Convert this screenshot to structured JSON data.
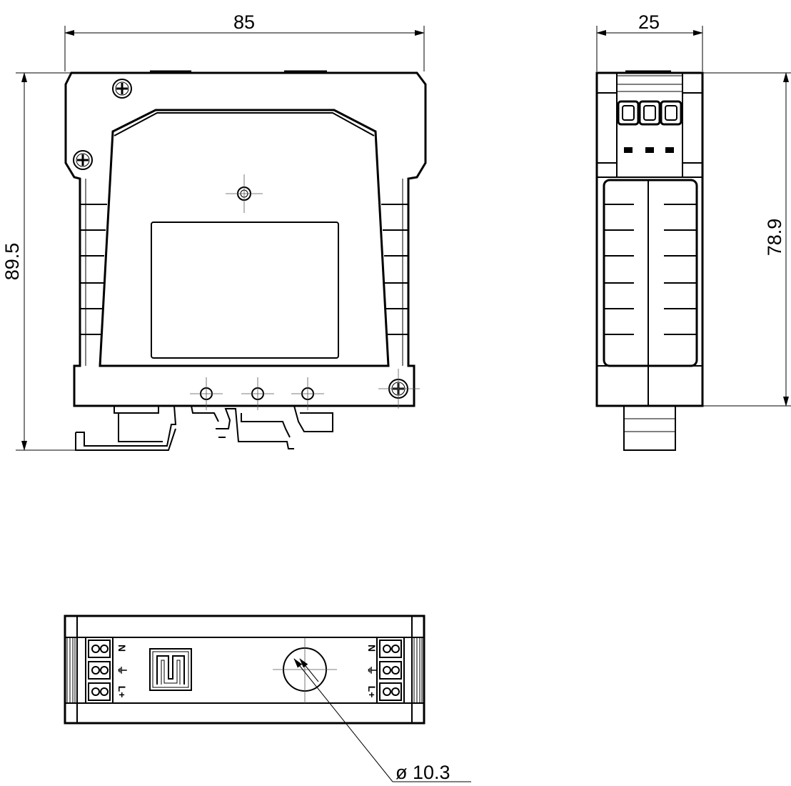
{
  "dimensions": {
    "front_width": "85",
    "front_height": "89.5",
    "side_width": "25",
    "side_height": "78.9",
    "hole_diameter": "ø 10.3"
  },
  "terminal_labels": {
    "left": [
      "N",
      "⏚",
      "L+"
    ],
    "right": [
      "N",
      "⏚",
      "L+"
    ]
  }
}
